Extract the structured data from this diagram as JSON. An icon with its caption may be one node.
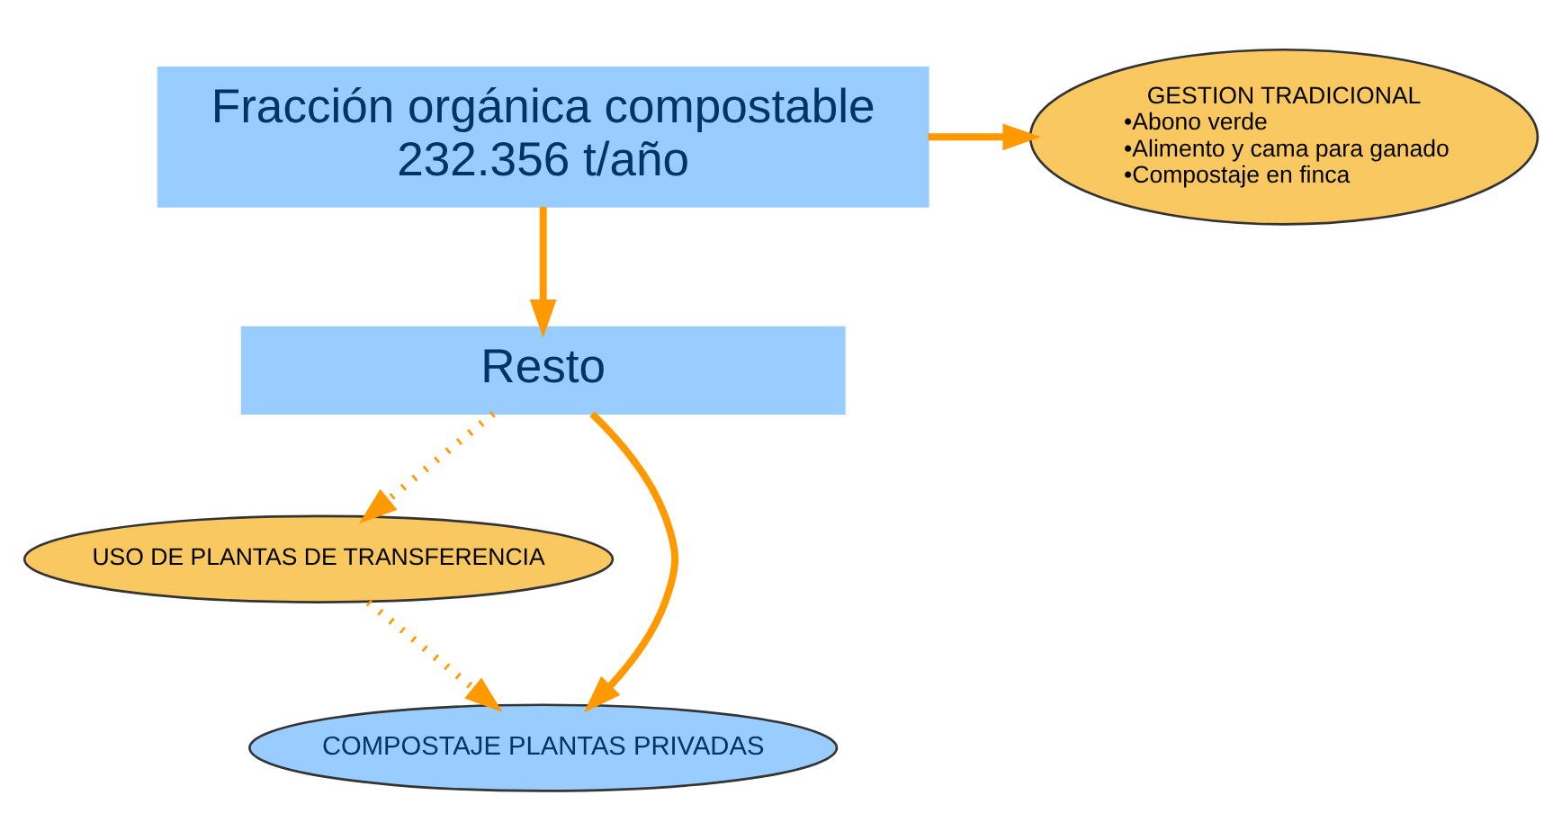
{
  "diagram": {
    "nodes": [
      {
        "text": [
          "Fracción orgánica compostable",
          "232.356 t/año"
        ]
      },
      {
        "text": [
          "GESTION TRADICIONAL",
          "•Abono verde",
          "•Alimento y cama para ganado",
          "•Compostaje en finca"
        ]
      },
      {
        "text": [
          "Resto"
        ]
      },
      {
        "text": [
          "USO DE PLANTAS DE TRANSFERENCIA"
        ]
      },
      {
        "text": [
          "COMPOSTAJE PLANTAS PRIVADAS"
        ]
      }
    ],
    "edges": [
      {
        "from": 0,
        "to": 1,
        "arrow": "to"
      },
      {
        "from": 0,
        "to": 2,
        "arrow": "to"
      },
      {
        "from": 2,
        "to": 3,
        "arrow": "to",
        "style": "dashed"
      },
      {
        "from": 2,
        "to": 4,
        "arrow": "to"
      },
      {
        "from": 3,
        "to": 4,
        "arrow": "to",
        "style": "dashed"
      }
    ]
  }
}
